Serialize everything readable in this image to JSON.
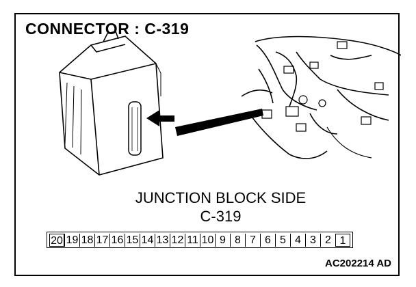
{
  "diagram": {
    "title": "CONNECTOR : C-319",
    "side_label": "JUNCTION BLOCK SIDE",
    "connector_id": "C-319",
    "pins": [
      "20",
      "19",
      "18",
      "17",
      "16",
      "15",
      "14",
      "13",
      "12",
      "11",
      "10",
      "9",
      "8",
      "7",
      "6",
      "5",
      "4",
      "3",
      "2",
      "1"
    ],
    "boxed_pins": [
      "20",
      "1"
    ],
    "figure_code": "AC202214 AD"
  }
}
